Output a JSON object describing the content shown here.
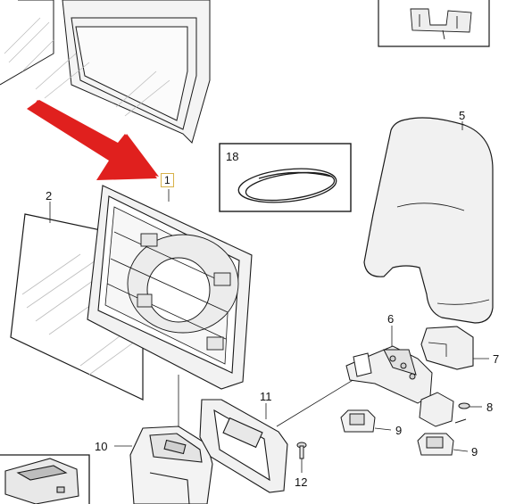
{
  "callouts": {
    "c1": "1",
    "c2": "2",
    "c5": "5",
    "c6": "6",
    "c7": "7",
    "c8": "8",
    "c9a": "9",
    "c9b": "9",
    "c10": "10",
    "c11": "11",
    "c12": "12",
    "c18": "18"
  },
  "colors": {
    "arrow": "#e0201e",
    "line": "#1a1a1a",
    "part_fill": "#f2f2f2",
    "shade": "#c8c8c8",
    "highlight": "#d8b24a"
  }
}
